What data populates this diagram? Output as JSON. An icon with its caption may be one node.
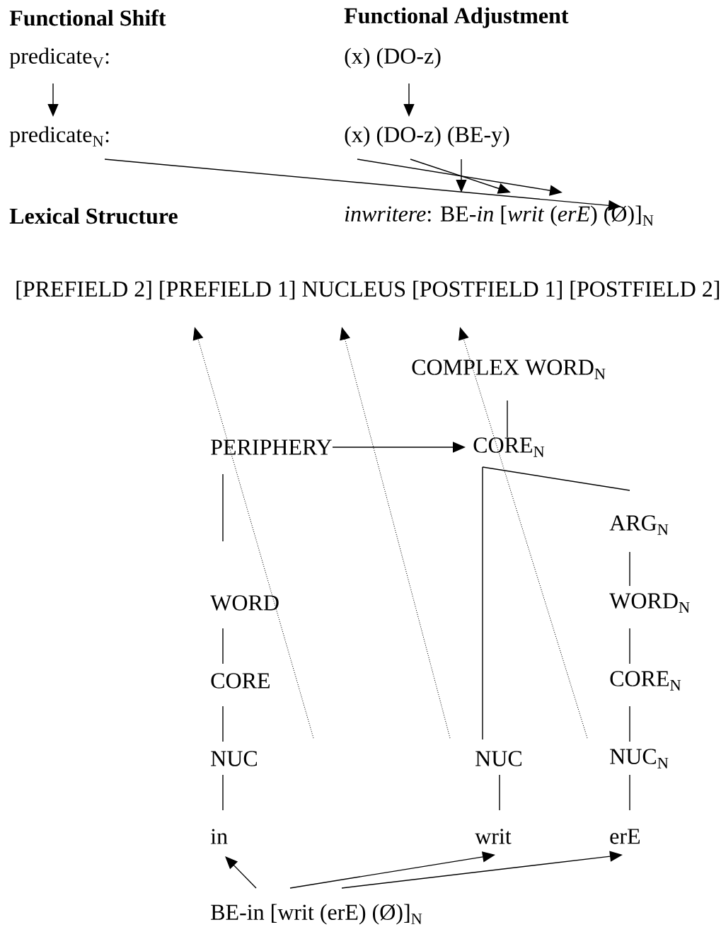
{
  "diagram": {
    "nodes": [
      {
        "text": [
          "predicate$_{V}$:"
        ]
      },
      {
        "text": [
          "predicate$_{N}$:"
        ]
      },
      {
        "text": [
          "(x) (DO-z)"
        ]
      },
      {
        "text": [
          "(x) (DO-z) (BE-y)"
        ]
      },
      {
        "text": [
          "*inwritere*: BE-*in* [*writ* (*erE*) (Ø)]$_{N}$"
        ]
      },
      {
        "text": [
          "[PREFIELD 2] [PREFIELD 1] NUCLEUS [POSTFIELD 1] [POSTFIELD 2]"
        ]
      },
      {
        "text": [
          "COMPLEX WORD$_{N}$"
        ]
      },
      {
        "text": [
          "PERIPHERY"
        ]
      },
      {
        "text": [
          "CORE$_{N}$"
        ]
      },
      {
        "text": [
          "ARG$_{N}$"
        ]
      },
      {
        "text": [
          "WORD"
        ]
      },
      {
        "text": [
          "WORD$_{N}$"
        ]
      },
      {
        "text": [
          "CORE"
        ]
      },
      {
        "text": [
          "CORE$_{N}$"
        ]
      },
      {
        "text": [
          "NUC"
        ]
      },
      {
        "text": [
          "NUC"
        ]
      },
      {
        "text": [
          "NUC$_{N}$"
        ]
      },
      {
        "text": [
          "in"
        ]
      },
      {
        "text": [
          "writ"
        ]
      },
      {
        "text": [
          "erE"
        ]
      },
      {
        "text": [
          "BE-in [writ (erE) (Ø)]$_{N}$"
        ]
      }
    ],
    "edges": [
      {
        "from": 0,
        "to": 1,
        "arrow": "to"
      },
      {
        "from": 2,
        "to": 3,
        "arrow": "to"
      },
      {
        "from": 1,
        "to": 4,
        "arrow": "to"
      },
      {
        "from": 3,
        "to": 4,
        "arrow": "to"
      },
      {
        "from": 3,
        "to": 4,
        "arrow": "to"
      },
      {
        "from": 3,
        "to": 4,
        "arrow": "to"
      },
      {
        "from": null,
        "to": 5,
        "arrow": "to",
        "style": "dashed"
      },
      {
        "from": null,
        "to": 5,
        "arrow": "to",
        "style": "dashed"
      },
      {
        "from": null,
        "to": 5,
        "arrow": "to",
        "style": "dashed"
      },
      {
        "from": 6,
        "to": 8,
        "arrow": "none"
      },
      {
        "from": 7,
        "to": 8,
        "arrow": "to"
      },
      {
        "from": 7,
        "to": 10,
        "arrow": "none"
      },
      {
        "from": 8,
        "to": 15,
        "arrow": "none"
      },
      {
        "from": 8,
        "to": 9,
        "arrow": "none"
      },
      {
        "from": 9,
        "to": 11,
        "arrow": "none"
      },
      {
        "from": 10,
        "to": 12,
        "arrow": "none"
      },
      {
        "from": 11,
        "to": 13,
        "arrow": "none"
      },
      {
        "from": 12,
        "to": 14,
        "arrow": "none"
      },
      {
        "from": 13,
        "to": 16,
        "arrow": "none"
      },
      {
        "from": 14,
        "to": 17,
        "arrow": "none"
      },
      {
        "from": 15,
        "to": 18,
        "arrow": "none"
      },
      {
        "from": 16,
        "to": 19,
        "arrow": "none"
      },
      {
        "from": 20,
        "to": 17,
        "arrow": "to"
      },
      {
        "from": 20,
        "to": 18,
        "arrow": "to"
      },
      {
        "from": 20,
        "to": 19,
        "arrow": "to"
      }
    ],
    "labels": [
      "Functional Shift",
      "Functional Adjustment",
      "Lexical Structure"
    ]
  }
}
